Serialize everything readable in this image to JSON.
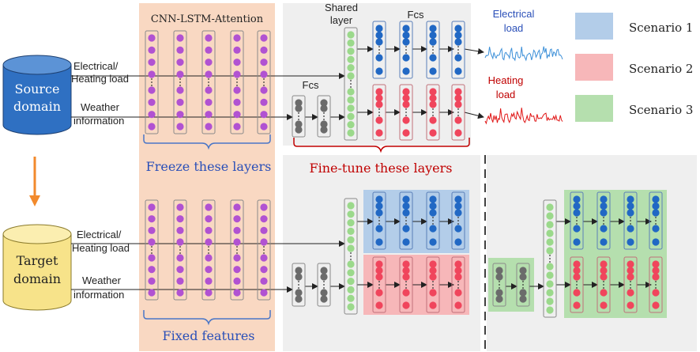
{
  "titles": {
    "cnn_lstm": "CNN-LSTM-Attention",
    "shared_layer_line1": "Shared",
    "shared_layer_line2": "layer",
    "fcs_top": "Fcs",
    "fcs_mid": "Fcs"
  },
  "cylinders": {
    "source_line1": "Source",
    "source_line2": "domain",
    "target_line1": "Target",
    "target_line2": "domain"
  },
  "inputs": {
    "top_load_line1": "Electrical/",
    "top_load_line2": "Heating load",
    "top_weather_line1": "Weather",
    "top_weather_line2": "information",
    "bottom_load_line1": "Electrical/",
    "bottom_load_line2": "Heating load",
    "bottom_weather_line1": "Weather",
    "bottom_weather_line2": "information"
  },
  "outputs": {
    "electrical_line1": "Electrical",
    "electrical_line2": "load",
    "heating_line1": "Heating",
    "heating_line2": "load"
  },
  "brace_labels": {
    "freeze": "Freeze these layers",
    "finetune": "Fine-tune these layers",
    "fixed": "Fixed features"
  },
  "legend": [
    {
      "label": "Scenario 1",
      "color": "#b3cde9"
    },
    {
      "label": "Scenario 2",
      "color": "#f7b7b9"
    },
    {
      "label": "Scenario 3",
      "color": "#b5dfae"
    }
  ],
  "colors": {
    "cnn_panel": "#f9d8c2",
    "gray_panel": "#efefef",
    "source_cylinder": "#2f70c2",
    "target_cylinder": "#f7e38a",
    "orange_arrow": "#f28a2c",
    "purple_neuron": "#b152d2",
    "blue_neuron": "#2168c4",
    "red_neuron": "#f0455c",
    "gray_neuron": "#6b6b6b",
    "green_neuron": "#9bd98b",
    "blue_text": "#2a4fb8",
    "red_text": "#c00000",
    "electrical_signal": "#3b8fd8",
    "heating_signal": "#e01515"
  }
}
